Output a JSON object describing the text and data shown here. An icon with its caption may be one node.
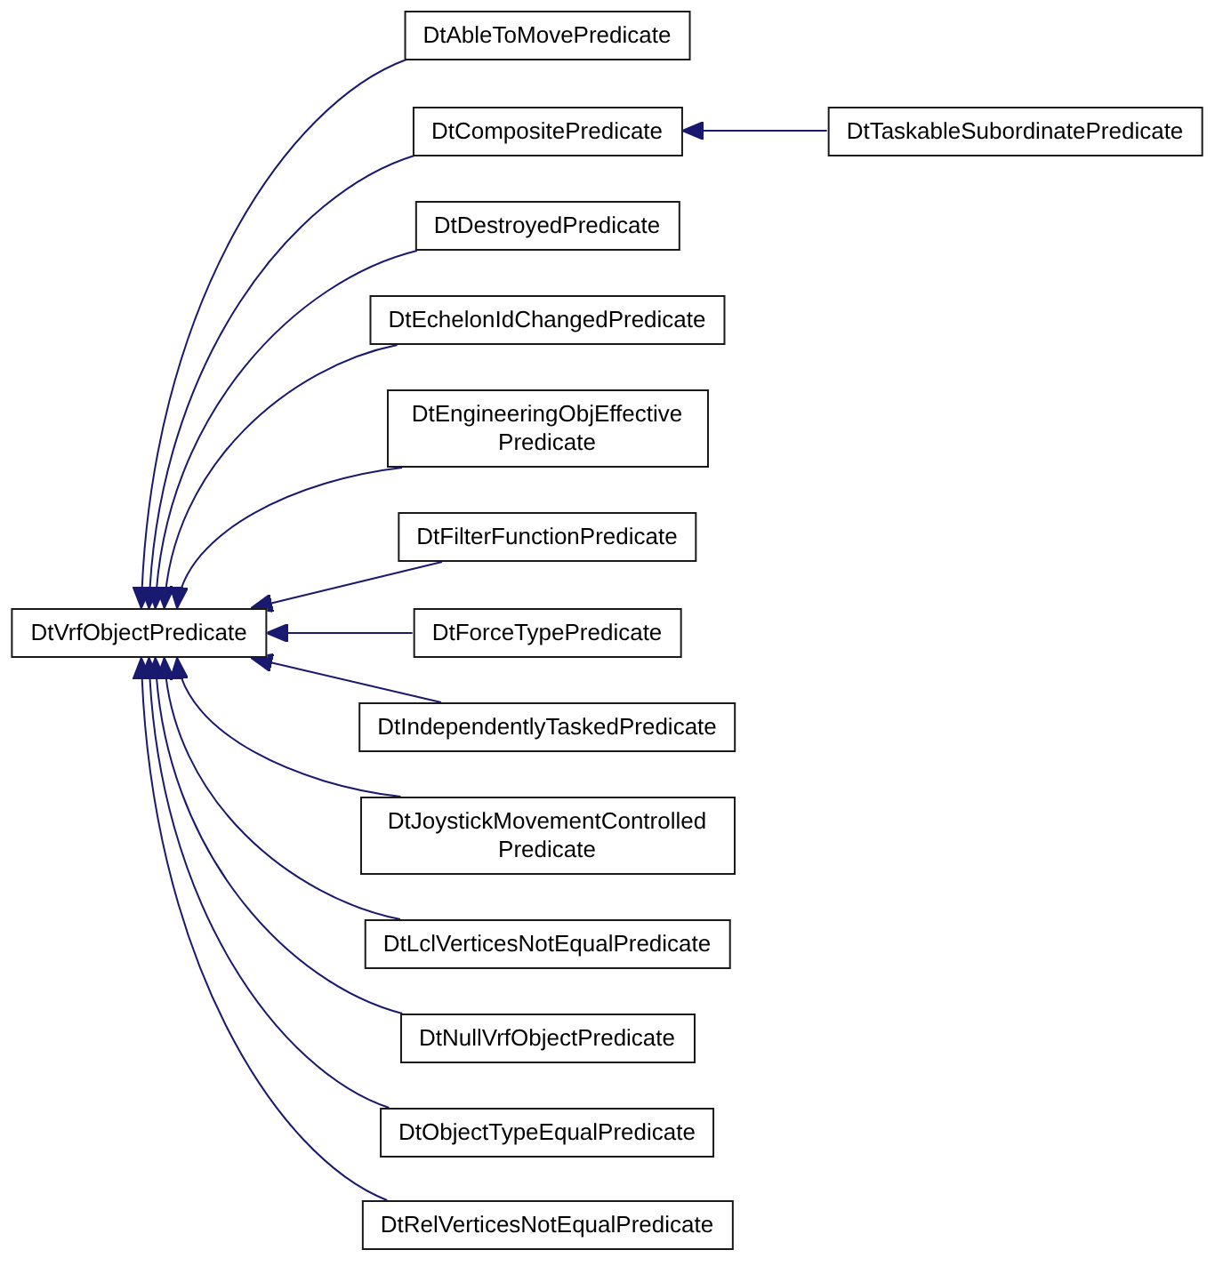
{
  "diagram": {
    "nodes": [
      {
        "text": [
          "DtVrfObjectPredicate"
        ]
      },
      {
        "text": [
          "DtAbleToMovePredicate"
        ]
      },
      {
        "text": [
          "DtCompositePredicate"
        ]
      },
      {
        "text": [
          "DtTaskableSubordinatePredicate"
        ]
      },
      {
        "text": [
          "DtDestroyedPredicate"
        ]
      },
      {
        "text": [
          "DtEchelonIdChangedPredicate"
        ]
      },
      {
        "text": [
          "DtEngineeringObjEffective Predicate"
        ]
      },
      {
        "text": [
          "DtFilterFunctionPredicate"
        ]
      },
      {
        "text": [
          "DtForceTypePredicate"
        ]
      },
      {
        "text": [
          "DtIndependentlyTaskedPredicate"
        ]
      },
      {
        "text": [
          "DtJoystickMovementControlled Predicate"
        ]
      },
      {
        "text": [
          "DtLclVerticesNotEqualPredicate"
        ]
      },
      {
        "text": [
          "DtNullVrfObjectPredicate"
        ]
      },
      {
        "text": [
          "DtObjectTypeEqualPredicate"
        ]
      },
      {
        "text": [
          "DtRelVerticesNotEqualPredicate"
        ]
      }
    ],
    "edges": [
      {
        "from": 1,
        "to": 0,
        "arrow": "to"
      },
      {
        "from": 2,
        "to": 0,
        "arrow": "to"
      },
      {
        "from": 3,
        "to": 2,
        "arrow": "to"
      },
      {
        "from": 4,
        "to": 0,
        "arrow": "to"
      },
      {
        "from": 5,
        "to": 0,
        "arrow": "to"
      },
      {
        "from": 6,
        "to": 0,
        "arrow": "to"
      },
      {
        "from": 7,
        "to": 0,
        "arrow": "to"
      },
      {
        "from": 8,
        "to": 0,
        "arrow": "to"
      },
      {
        "from": 9,
        "to": 0,
        "arrow": "to"
      },
      {
        "from": 10,
        "to": 0,
        "arrow": "to"
      },
      {
        "from": 11,
        "to": 0,
        "arrow": "to"
      },
      {
        "from": 12,
        "to": 0,
        "arrow": "to"
      },
      {
        "from": 13,
        "to": 0,
        "arrow": "to"
      },
      {
        "from": 14,
        "to": 0,
        "arrow": "to"
      }
    ]
  }
}
